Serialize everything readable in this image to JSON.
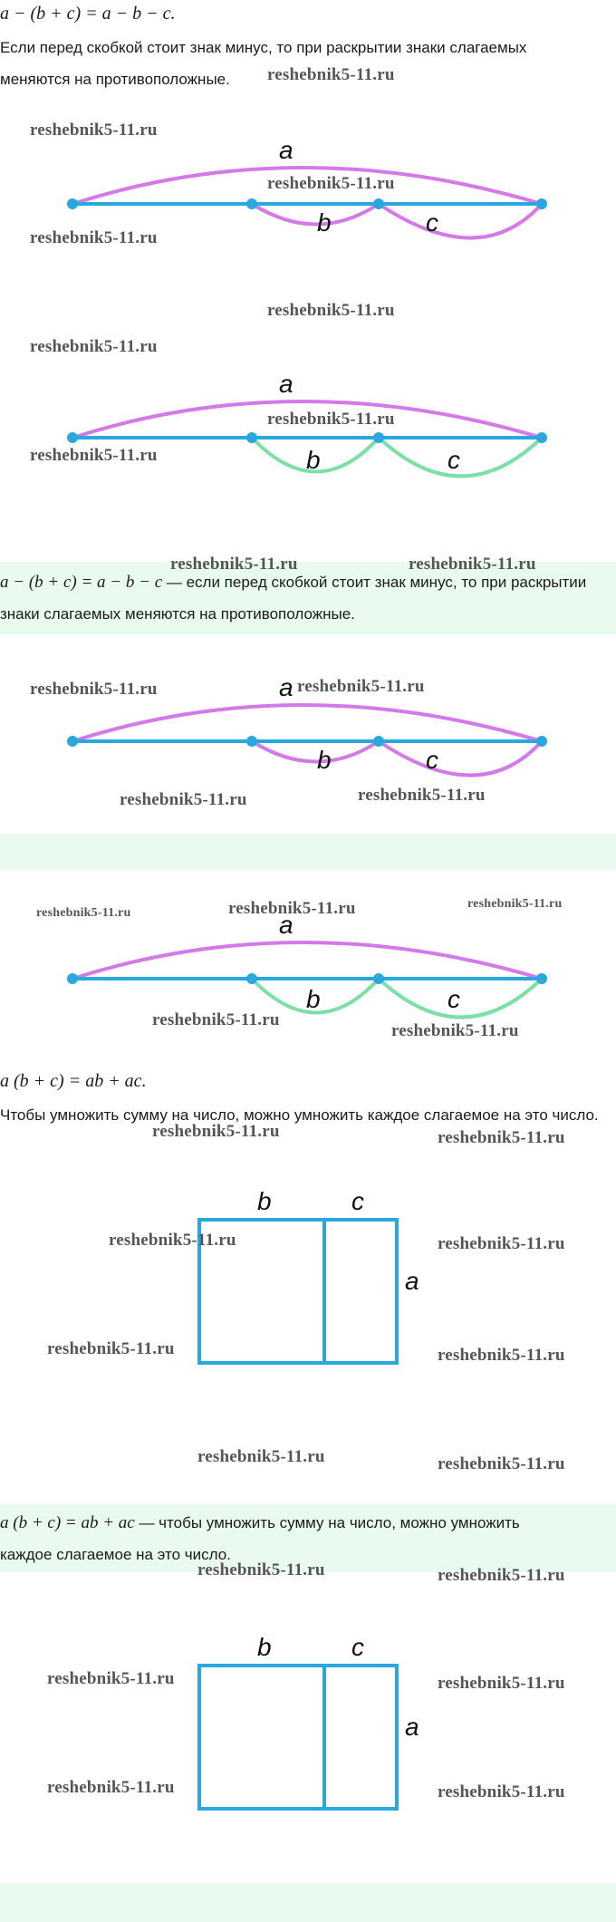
{
  "section1": {
    "formula": "a − (b + c) = a − b − c.",
    "rule": "Если перед скобкой стоит знак минус, то при раскрытии знаки слагаемых меняются на противоположные."
  },
  "section2": {
    "formula": "a − (b + c) = a − b − c",
    "rule": " — если перед скобкой стоит знак минус, то при раскрытии знаки слагаемых меняются на противоположные."
  },
  "section3": {
    "formula": "a (b + c) = ab + ac.",
    "rule": "Чтобы умножить сумму на число, можно умножить каждое слагаемое на это число."
  },
  "section4": {
    "formula": "a (b + c) = ab + ac",
    "rule": " — чтобы умножить сумму на число, можно умножить каждое слагаемое на это число."
  },
  "labels": {
    "a": "a",
    "b": "b",
    "c": "c"
  },
  "watermark": "reshebnik5-11.ru",
  "colors": {
    "segment": "#29a8e0",
    "arc_purple": "#d37ae8",
    "arc_green": "#7be0a4",
    "band": "#e8fbee",
    "rect": "#29a8e0"
  }
}
